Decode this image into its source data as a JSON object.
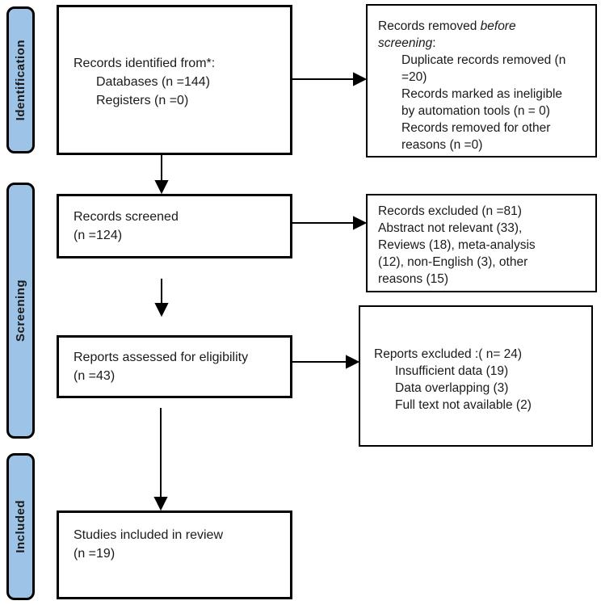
{
  "sidebar": {
    "stages": [
      {
        "label": "Identification"
      },
      {
        "label": "Screening"
      },
      {
        "label": "Included"
      }
    ]
  },
  "boxes": {
    "identified": {
      "lines": [
        "Records identified from*:",
        "Databases (n =144)",
        "Registers (n =0)"
      ]
    },
    "removed": {
      "l1_normal": "Records removed ",
      "l1_italic": "before",
      "l2_italic": "screening",
      "l2_suffix": ":",
      "items": [
        "Duplicate records removed (n",
        "=20)",
        "Records marked as ineligible",
        "by automation tools (n = 0)",
        "Records removed for other",
        "reasons (n =0)"
      ]
    },
    "screened": {
      "lines": [
        "Records screened",
        "(n =124)"
      ]
    },
    "records_excluded": {
      "lines": [
        "Records excluded (n =81)",
        " Abstract not relevant (33),",
        "Reviews (18), meta-analysis",
        "(12), non-English (3), other",
        "reasons (15)"
      ]
    },
    "assessed": {
      "lines": [
        "Reports assessed for eligibility",
        "(n =43)"
      ]
    },
    "reports_excluded": {
      "header": "Reports excluded :( n= 24)",
      "items": [
        "Insufficient data (19)",
        "Data overlapping (3)",
        "Full text not available (2)"
      ]
    },
    "included_studies": {
      "lines": [
        "Studies included in review",
        "(n =19)"
      ]
    }
  },
  "colors": {
    "stage_fill": "#9dc3e6",
    "line_color": "#000000",
    "box_fill": "#ffffff"
  }
}
